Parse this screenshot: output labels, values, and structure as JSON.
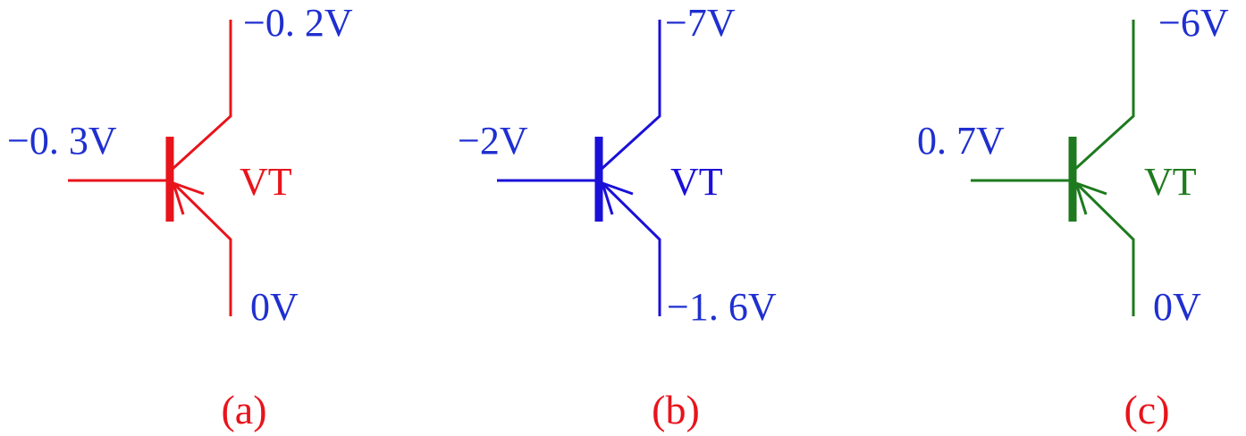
{
  "colors": {
    "red": "#e8141c",
    "blue": "#1a10d8",
    "green": "#1e7a1e",
    "label_blue": "#1f2fd0",
    "background": "#ffffff"
  },
  "transistors": [
    {
      "id": "a",
      "caption": "(a)",
      "device_label": "VT",
      "base_voltage": "−0. 3V",
      "collector_voltage": "−0. 2V",
      "emitter_voltage": "0V",
      "symbol_color": "#e8141c",
      "collector_label_color": "#1f2fd0",
      "emitter_label_color": "#1f2fd0",
      "base_label_color": "#1f2fd0",
      "device_label_color": "#e8141c",
      "caption_color": "#e8141c"
    },
    {
      "id": "b",
      "caption": "(b)",
      "device_label": "VT",
      "base_voltage": "−2V",
      "collector_voltage": "−7V",
      "emitter_voltage": "−1. 6V",
      "symbol_color": "#1a10d8",
      "collector_label_color": "#1f2fd0",
      "emitter_label_color": "#1f2fd0",
      "base_label_color": "#1f2fd0",
      "device_label_color": "#1a10d8",
      "caption_color": "#e8141c"
    },
    {
      "id": "c",
      "caption": "(c)",
      "device_label": "VT",
      "base_voltage": "0. 7V",
      "collector_voltage": "−6V",
      "emitter_voltage": "0V",
      "symbol_color": "#1e7a1e",
      "collector_label_color": "#1f2fd0",
      "emitter_label_color": "#1f2fd0",
      "base_label_color": "#1f2fd0",
      "device_label_color": "#1e7a1e",
      "caption_color": "#e8141c"
    }
  ]
}
